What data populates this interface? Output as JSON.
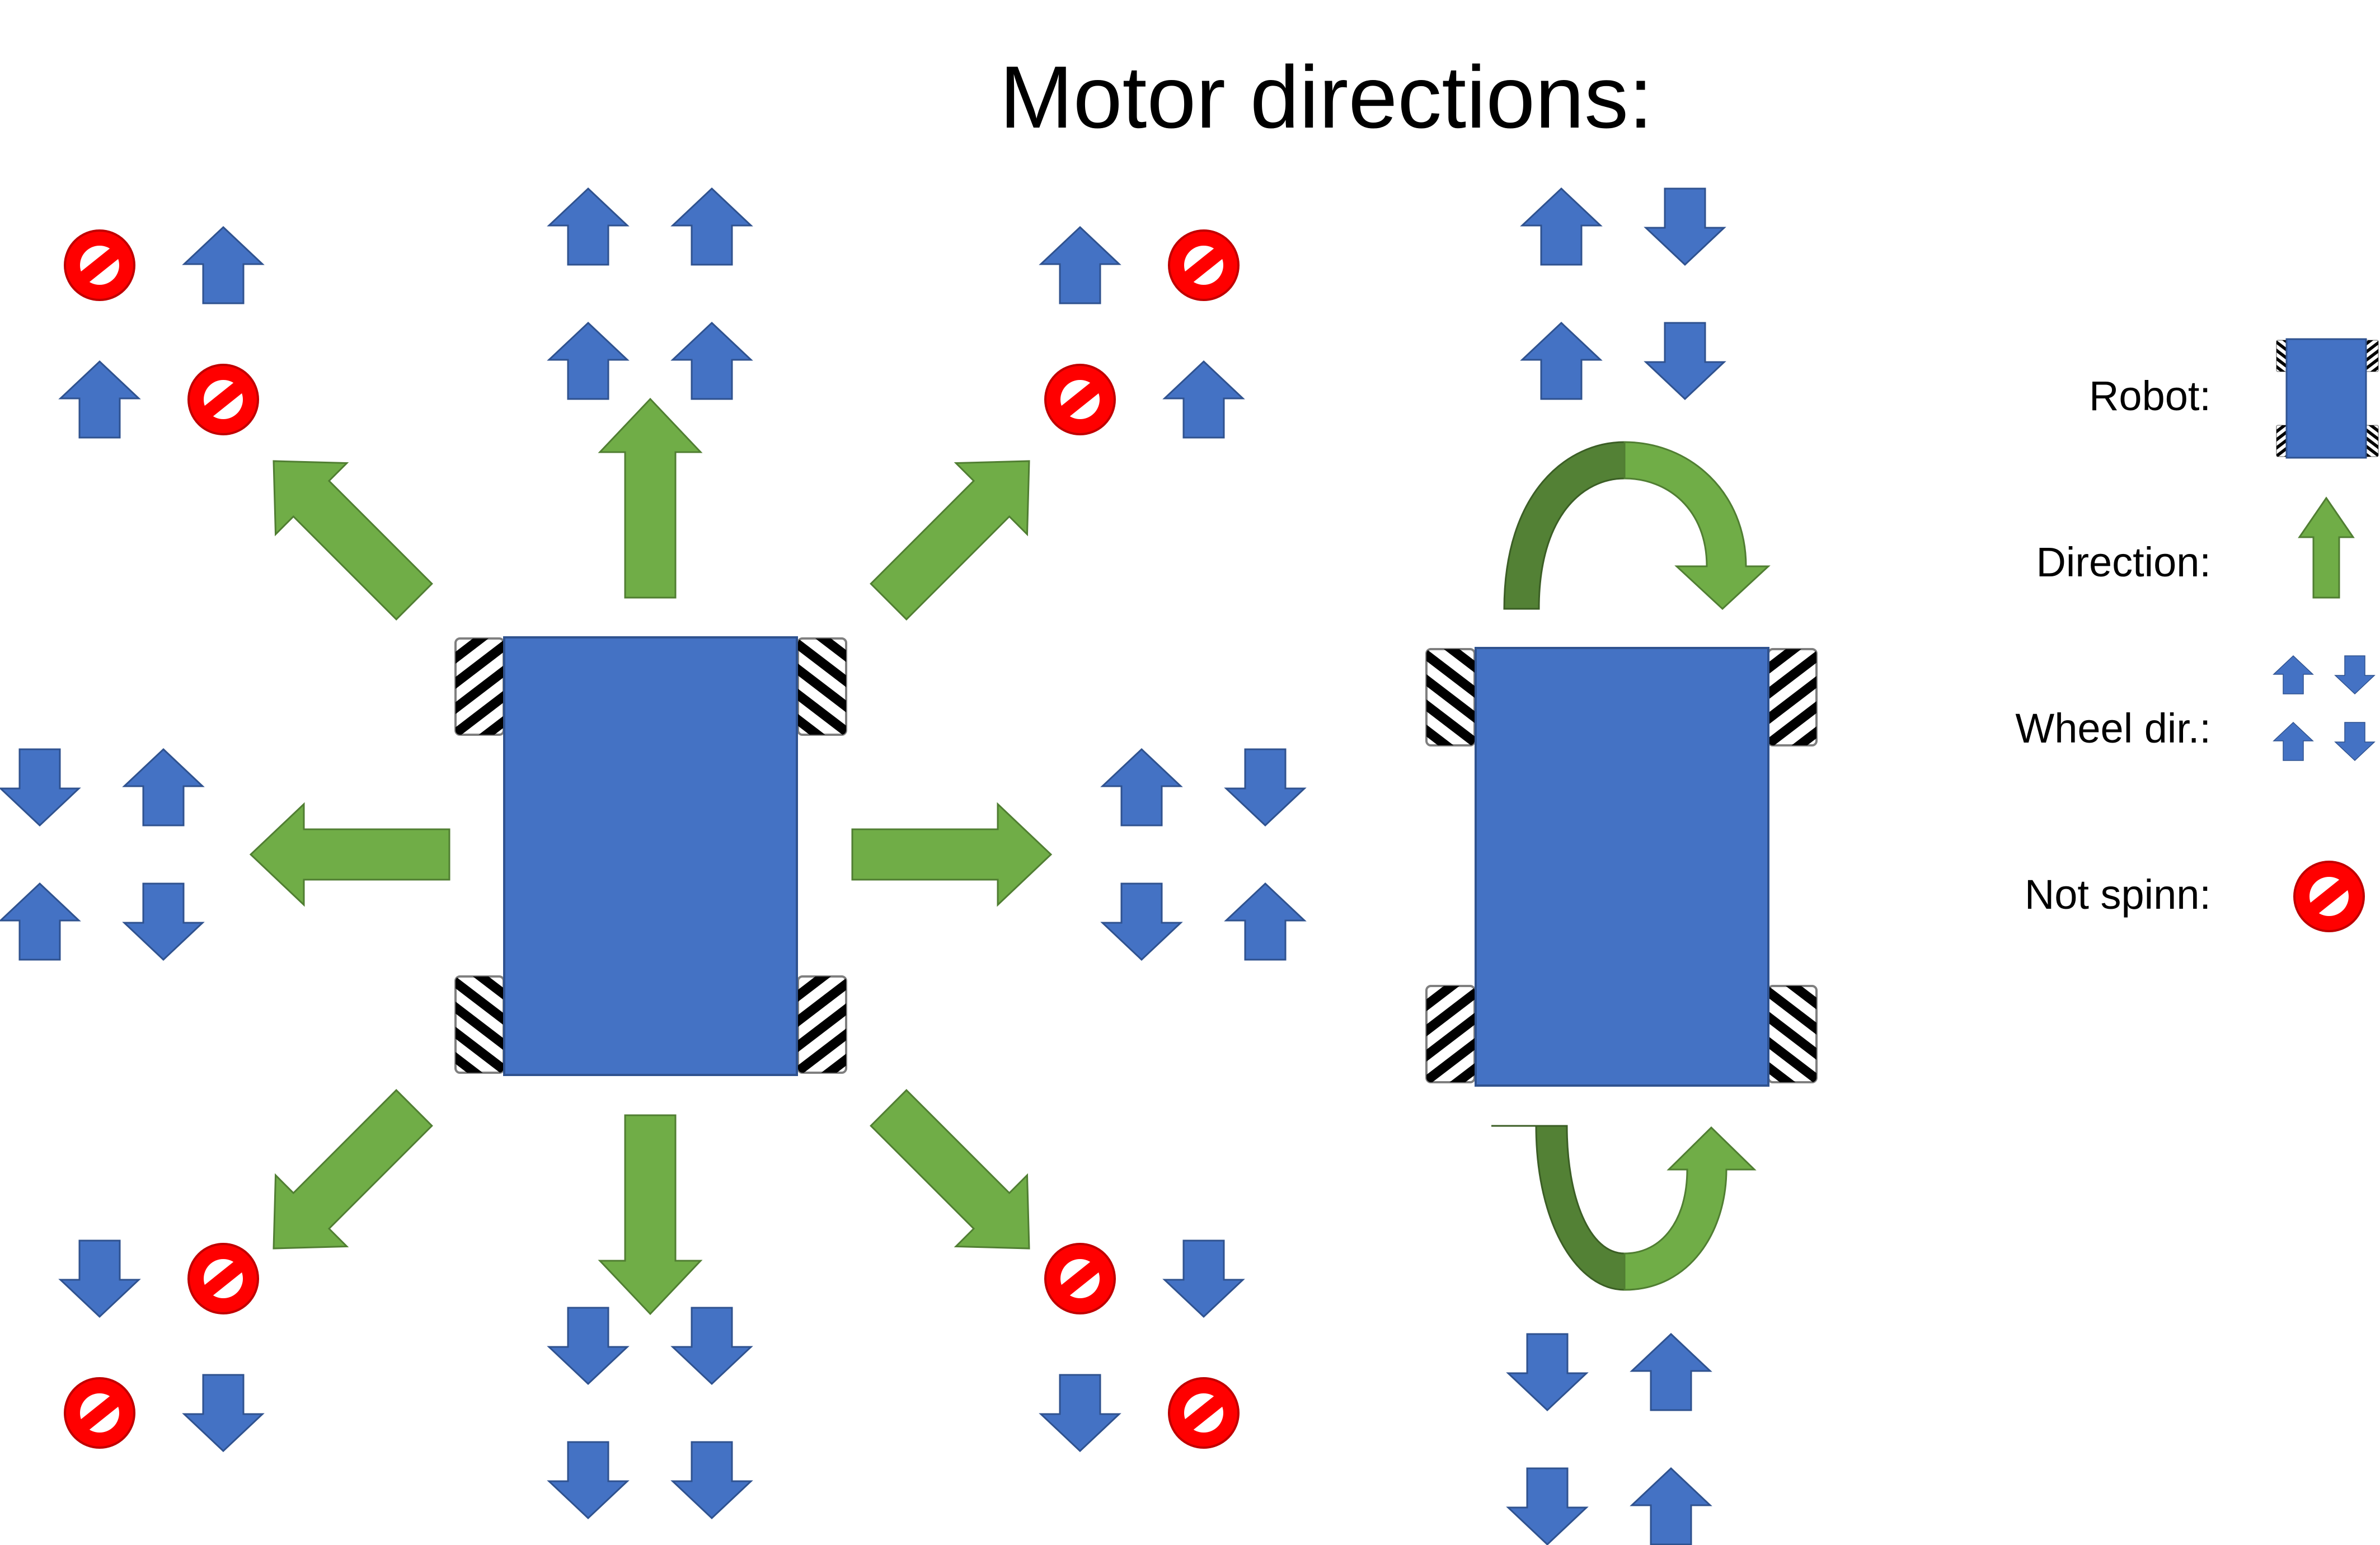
{
  "title": "Motor directions:",
  "legend": {
    "robot_label": "Robot:",
    "direction_label": "Direction:",
    "wheel_label": "Wheel dir.:",
    "not_spinning_label": "Not spinn:"
  },
  "colors": {
    "robot_body": "#4472C4",
    "wheel_arrow": "#4472C4",
    "direction_arrow": "#70AD47",
    "direction_arrow_dark": "#538135",
    "stop_sign": "#FF0000",
    "wheel_stripe": "#000000"
  },
  "icons": {
    "robot": "robot-body-icon",
    "direction": "direction-arrow-icon",
    "wheel": "wheel-arrow-icon",
    "stop": "not-spinning-icon"
  },
  "movements": [
    {
      "name": "forward-left-diagonal",
      "direction": "up-left",
      "wheels": [
        "stop",
        "up",
        "up",
        "stop"
      ]
    },
    {
      "name": "forward",
      "direction": "up",
      "wheels": [
        "up",
        "up",
        "up",
        "up"
      ]
    },
    {
      "name": "forward-right-diagonal",
      "direction": "up-right",
      "wheels": [
        "up",
        "stop",
        "stop",
        "up"
      ]
    },
    {
      "name": "strafe-left",
      "direction": "left",
      "wheels": [
        "down",
        "up",
        "up",
        "down"
      ]
    },
    {
      "name": "strafe-right",
      "direction": "right",
      "wheels": [
        "up",
        "down",
        "down",
        "up"
      ]
    },
    {
      "name": "backward-left-diagonal",
      "direction": "down-left",
      "wheels": [
        "down",
        "stop",
        "stop",
        "down"
      ]
    },
    {
      "name": "backward",
      "direction": "down",
      "wheels": [
        "down",
        "down",
        "down",
        "down"
      ]
    },
    {
      "name": "backward-right-diagonal",
      "direction": "down-right",
      "wheels": [
        "stop",
        "down",
        "down",
        "stop"
      ]
    },
    {
      "name": "rotate-clockwise",
      "direction": "clockwise",
      "wheels": [
        "up",
        "down",
        "up",
        "down"
      ]
    },
    {
      "name": "rotate-counterclockwise",
      "direction": "counterclockwise",
      "wheels": [
        "down",
        "up",
        "down",
        "up"
      ]
    }
  ]
}
